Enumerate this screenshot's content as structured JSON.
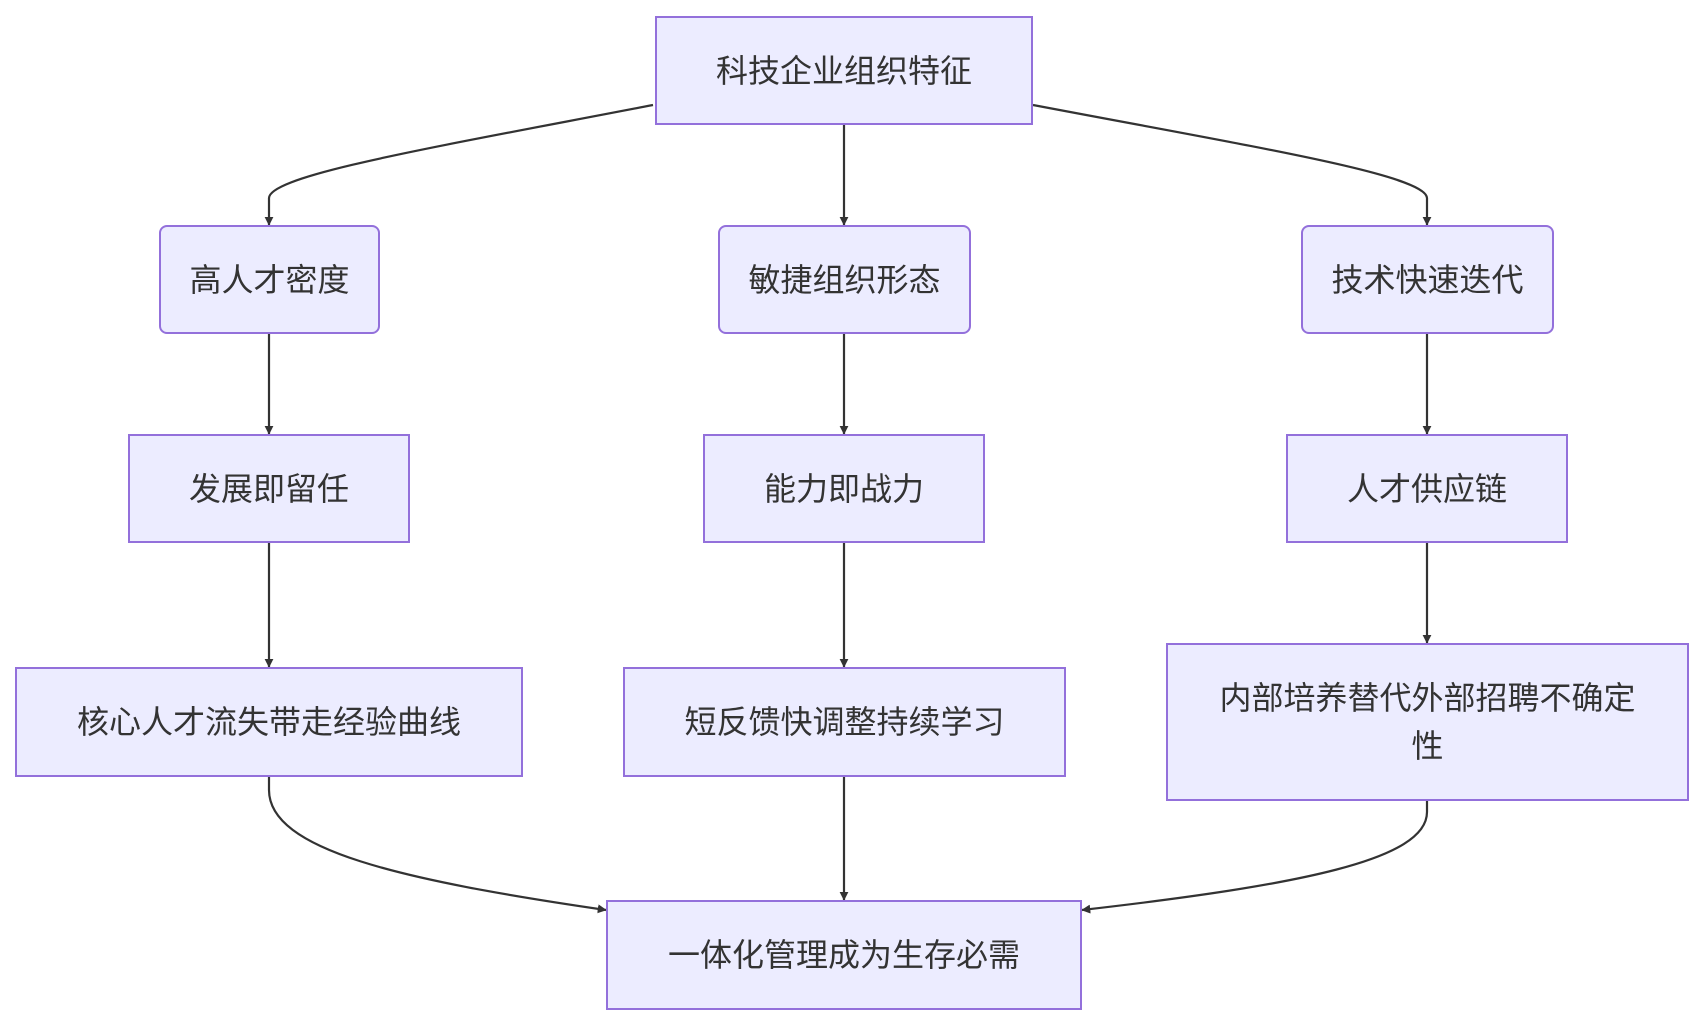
{
  "diagram": {
    "colors": {
      "node_fill": "#ECECFF",
      "node_border": "#9370DB",
      "edge": "#333333",
      "text": "#333333"
    },
    "nodes": {
      "root": "科技企业组织特征",
      "talent_density": "高人才密度",
      "agile_org": "敏捷组织形态",
      "tech_iteration": "技术快速迭代",
      "dev_retention": "发展即留任",
      "capability": "能力即战力",
      "talent_supply": "人才供应链",
      "core_talent_loss": "核心人才流失带走经验曲线",
      "short_feedback": "短反馈快调整持续学习",
      "internal_training": "内部培养替代外部招聘不确定性",
      "integrated_management": "一体化管理成为生存必需"
    }
  }
}
